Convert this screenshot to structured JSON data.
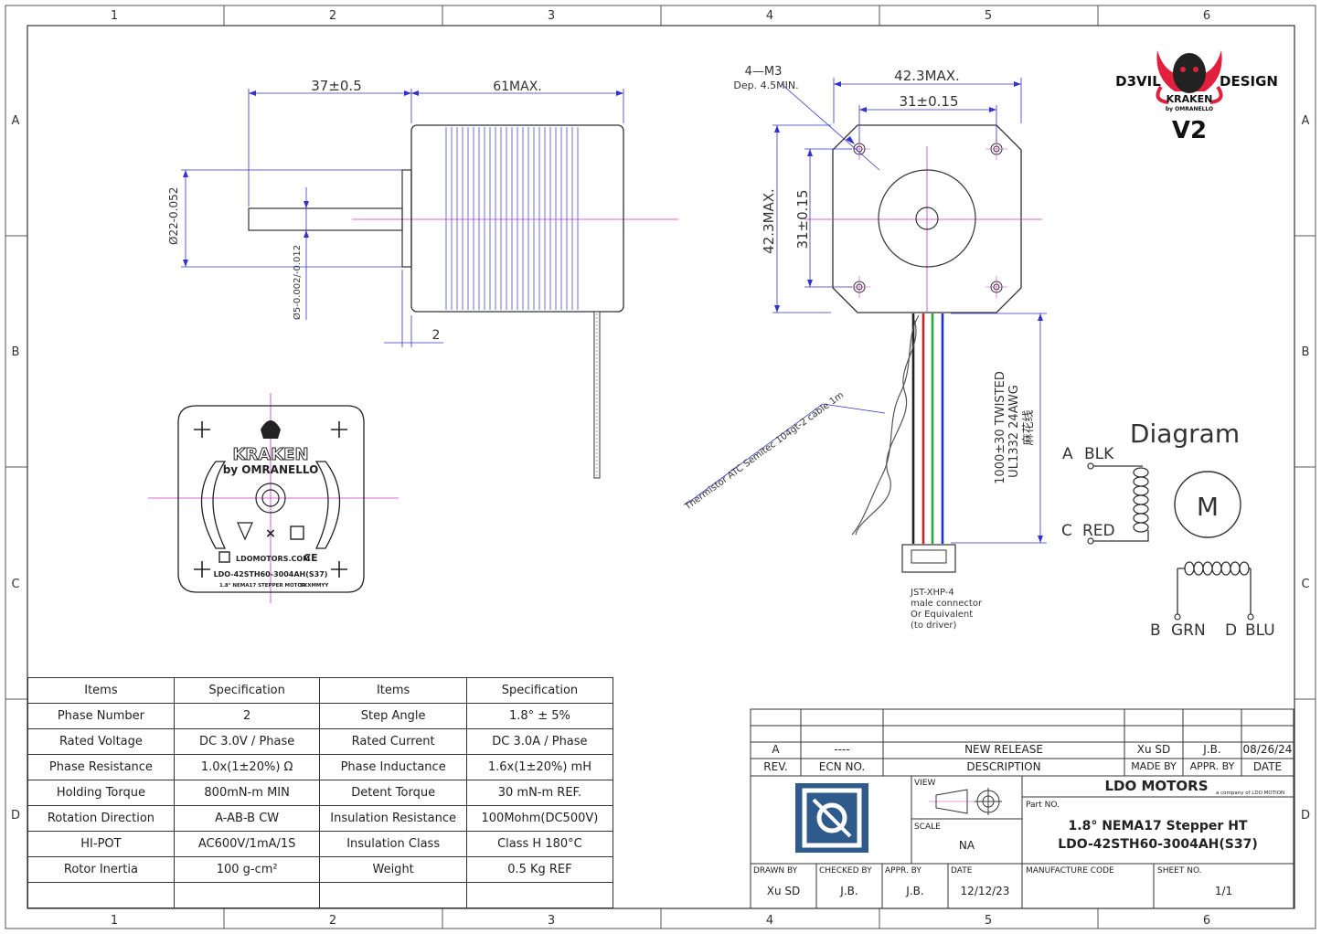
{
  "grid": {
    "columns": [
      "1",
      "2",
      "3",
      "4",
      "5",
      "6"
    ],
    "rows": [
      "A",
      "B",
      "C",
      "D"
    ]
  },
  "logo": {
    "left_word": "D3VIL",
    "right_word": "DESIGN",
    "brand": "KRAKEN",
    "sub": "by OMRANELLO",
    "version": "V2",
    "accent_color": "#e0203c"
  },
  "side_view": {
    "dim_shaft": "37±0.5",
    "dim_body": "61MAX.",
    "dim_boss": "Ø22-0.052",
    "dim_shaft_dia": "Ø5-0.002/-0.012",
    "dim_flange": "2"
  },
  "front_view": {
    "dim_holes": "4—M3",
    "dim_depth": "Dep. 4.5MIN.",
    "dim_width": "42.3MAX.",
    "dim_pitch": "31±0.15",
    "dim_height": "42.3MAX.",
    "dim_pitch_v": "31±0.15",
    "cable_len": "1000±30 TWISTED",
    "cable_spec": "UL1332 24AWG",
    "cable_cn": "麻花线",
    "thermistor": "Thermistor ATC Semitec 104gt-2 cable 1m",
    "connector": [
      "JST-XHP-4",
      "male connector",
      "Or Equivalent",
      "(to driver)"
    ],
    "wire_colors": [
      "#222222",
      "#cc2222",
      "#22aa44",
      "#2233cc"
    ]
  },
  "label_plate": {
    "brand": "KRAKEN",
    "sub": "by OMRANELLO",
    "site": "LDOMOTORS.COM",
    "ce": "CE",
    "model": "LDO-42STH60-3004AH(S37)",
    "desc": "1.8° NEMA17 STEPPER MOTOR",
    "date": "SXXMMYY"
  },
  "diagram": {
    "title": "Diagram",
    "a": "A",
    "a_wire": "BLK",
    "c": "C",
    "c_wire": "RED",
    "b": "B",
    "b_wire": "GRN",
    "d": "D",
    "d_wire": "BLU",
    "motor": "M"
  },
  "spec_table": {
    "headers": [
      "Items",
      "Specification",
      "Items",
      "Specification"
    ],
    "rows": [
      [
        "Phase Number",
        "2",
        "Step Angle",
        "1.8° ± 5%"
      ],
      [
        "Rated Voltage",
        "DC 3.0V / Phase",
        "Rated Current",
        "DC 3.0A / Phase"
      ],
      [
        "Phase Resistance",
        "1.0x(1±20%) Ω",
        "Phase Inductance",
        "1.6x(1±20%) mH"
      ],
      [
        "Holding Torque",
        "800mN-m MIN",
        "Detent Torque",
        "30 mN-m REF."
      ],
      [
        "Rotation Direction",
        "A-AB-B CW",
        "Insulation Resistance",
        "100Mohm(DC500V)"
      ],
      [
        "HI-POT",
        "AC600V/1mA/1S",
        "Insulation Class",
        "Class H 180°C"
      ],
      [
        "Rotor Inertia",
        "100 g-cm²",
        "Weight",
        "0.5 Kg REF"
      ],
      [
        "",
        "",
        "",
        ""
      ]
    ]
  },
  "title_block": {
    "rev_row": {
      "rev": "A",
      "ecn": "----",
      "desc": "NEW RELEASE",
      "made": "Xu SD",
      "appr": "J.B.",
      "date": "08/26/24"
    },
    "rev_headers": {
      "rev": "REV.",
      "ecn": "ECN NO.",
      "desc": "DESCRIPTION",
      "made": "MADE BY",
      "appr": "APPR. BY",
      "date": "DATE"
    },
    "company": "LDO MOTORS",
    "company_sub": "a company of LDO MOTION",
    "view_label": "VIEW",
    "scale_label": "SCALE",
    "scale_value": "NA",
    "part_label": "Part NO.",
    "part_line1": "1.8° NEMA17 Stepper HT",
    "part_line2": "LDO-42STH60-3004AH(S37)",
    "drawn_label": "DRAWN BY",
    "drawn_value": "Xu SD",
    "checked_label": "CHECKED BY",
    "checked_value": "J.B.",
    "appr_label": "APPR. BY",
    "appr_value": "J.B.",
    "date_label": "DATE",
    "date_value": "12/12/23",
    "mfg_label": "MANUFACTURE CODE",
    "sheet_label": "SHEET NO.",
    "sheet_value": "1/1",
    "logo_color": "#2f5a8c"
  }
}
